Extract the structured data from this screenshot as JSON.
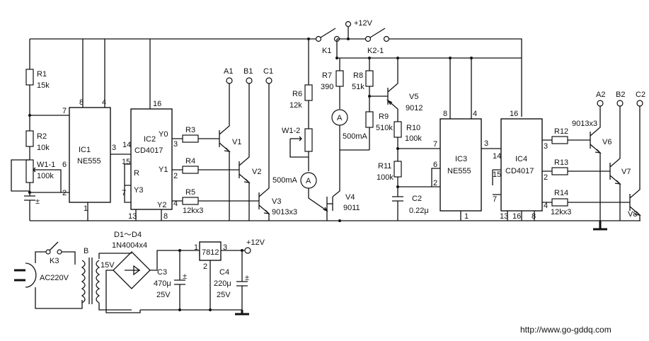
{
  "supply": {
    "vcc_top": "+12V",
    "vcc_bottom": "+12V",
    "mains": "AC220V"
  },
  "ics": {
    "ic1": {
      "ref": "IC1",
      "part": "NE555",
      "pins": [
        "8",
        "4",
        "7",
        "6",
        "2",
        "3",
        "1"
      ]
    },
    "ic2": {
      "ref": "IC2",
      "part": "CD4017",
      "pins": [
        "16",
        "14",
        "15",
        "7",
        "3",
        "2",
        "4",
        "13",
        "8"
      ],
      "ports": [
        "Y0",
        "Y1",
        "Y2",
        "Y3",
        "R"
      ]
    },
    "ic3": {
      "ref": "IC3",
      "part": "NE555",
      "pins": [
        "8",
        "4",
        "7",
        "6",
        "2",
        "3",
        "1"
      ]
    },
    "ic4": {
      "ref": "IC4",
      "part": "CD4017",
      "pins": [
        "16",
        "14",
        "15",
        "7",
        "3",
        "2",
        "4",
        "13",
        "16",
        "8"
      ]
    },
    "reg": {
      "part": "7812",
      "pins": [
        "1",
        "2",
        "3"
      ]
    }
  },
  "resistors": [
    {
      "ref": "R1",
      "value": "15k"
    },
    {
      "ref": "R2",
      "value": "10k"
    },
    {
      "ref": "W1-1",
      "value": "100k"
    },
    {
      "ref": "R3",
      "value": ""
    },
    {
      "ref": "R4",
      "value": ""
    },
    {
      "ref": "R5",
      "value": "12kx3"
    },
    {
      "ref": "R6",
      "value": "12k"
    },
    {
      "ref": "W1-2",
      "value": ""
    },
    {
      "ref": "R7",
      "value": "390"
    },
    {
      "ref": "R8",
      "value": "51k"
    },
    {
      "ref": "R9",
      "value": "510k"
    },
    {
      "ref": "R10",
      "value": "100k"
    },
    {
      "ref": "R11",
      "value": "100k"
    },
    {
      "ref": "R12",
      "value": ""
    },
    {
      "ref": "R13",
      "value": ""
    },
    {
      "ref": "R14",
      "value": "12kx3"
    }
  ],
  "transistors": [
    {
      "ref": "V1",
      "part": ""
    },
    {
      "ref": "V2",
      "part": ""
    },
    {
      "ref": "V3",
      "part": "9013x3"
    },
    {
      "ref": "V4",
      "part": "9011"
    },
    {
      "ref": "V5",
      "part": "9012"
    },
    {
      "ref": "V6",
      "part": "9013x3"
    },
    {
      "ref": "V7",
      "part": ""
    },
    {
      "ref": "V8",
      "part": ""
    }
  ],
  "capacitors": [
    {
      "ref": "C2",
      "value": "0.22μ"
    },
    {
      "ref": "C3",
      "value": "470μ",
      "voltage": "25V"
    },
    {
      "ref": "C4",
      "value": "220μ",
      "voltage": "25V"
    }
  ],
  "meters": [
    {
      "symbol": "A",
      "rating": "500mA"
    },
    {
      "symbol": "A",
      "rating": "500mA"
    }
  ],
  "switches": [
    {
      "ref": "K1"
    },
    {
      "ref": "K2-1"
    },
    {
      "ref": "K3"
    }
  ],
  "outputs": [
    "A1",
    "B1",
    "C1",
    "A2",
    "B2",
    "C2"
  ],
  "rectifier": {
    "ref": "D1～D4",
    "part": "1N4004x4"
  },
  "transformer": {
    "ref": "B",
    "secondary": "15V"
  },
  "watermark": "http://www.go-gddq.com"
}
